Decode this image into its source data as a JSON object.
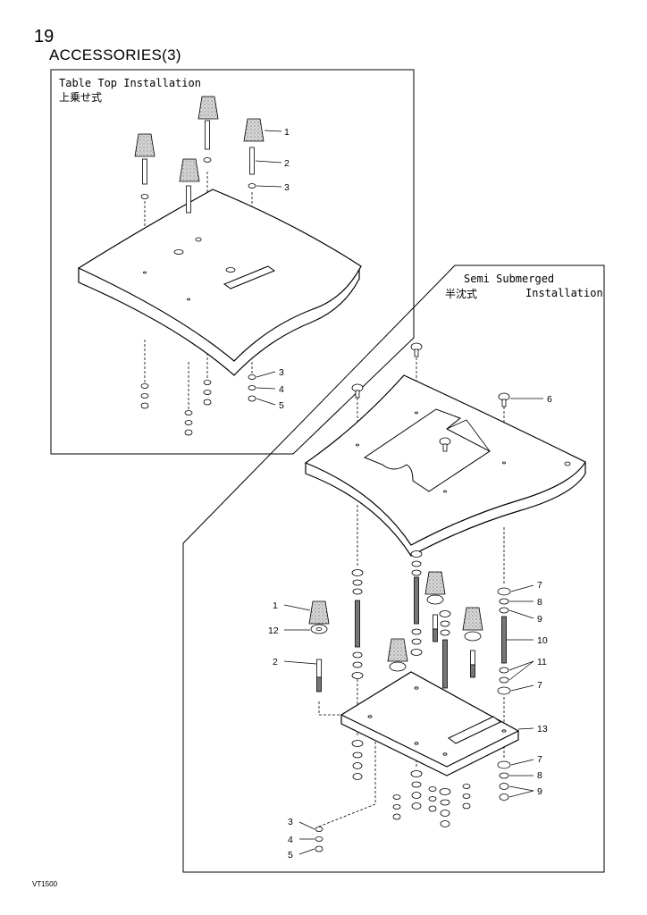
{
  "page": {
    "number": "19",
    "title": "ACCESSORIES(3)",
    "code": "VT1500"
  },
  "table_top": {
    "title": "Table Top Installation",
    "subtitle": "上乗せ式"
  },
  "semi_submerged": {
    "title_line1": "Semi Submerged",
    "title_line2": "Installation",
    "subtitle": "半沈式"
  },
  "part_numbers": {
    "p1": "1",
    "p2": "2",
    "p3": "3",
    "p4": "4",
    "p5": "5",
    "p6": "6",
    "p7": "7",
    "p8": "8",
    "p9": "9",
    "p10": "10",
    "p11": "11",
    "p12": "12",
    "p13": "13"
  }
}
